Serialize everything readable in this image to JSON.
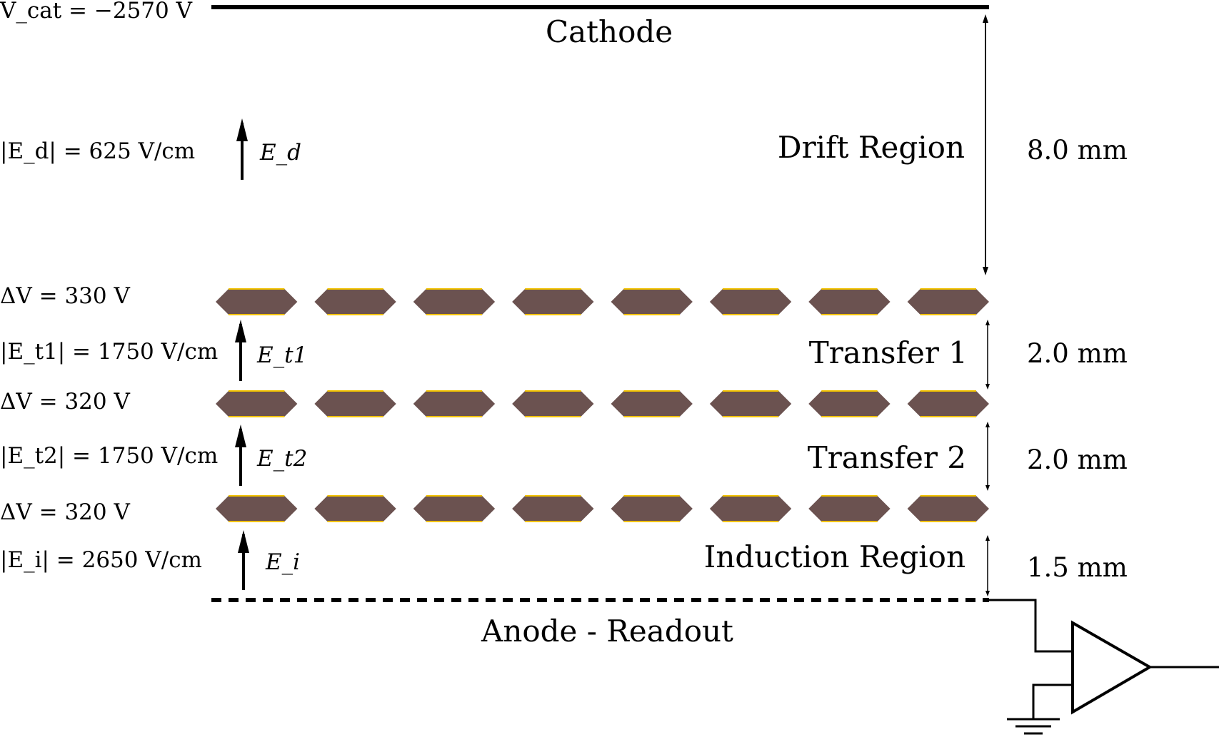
{
  "electrodes": {
    "cathode_label": "Cathode",
    "anode_label": "Anode - Readout"
  },
  "regions": {
    "drift": "Drift Region",
    "transfer1": "Transfer 1",
    "transfer2": "Transfer 2",
    "induction": "Induction Region"
  },
  "dimensions": {
    "drift": "8.0 mm",
    "transfer1": "2.0 mm",
    "transfer2": "2.0 mm",
    "induction": "1.5 mm"
  },
  "potentials": {
    "cathode": "V_cat = −2570 V",
    "gem1": "ΔV = 330 V",
    "gem2": "ΔV = 320 V",
    "gem3": "ΔV = 320 V"
  },
  "fields": {
    "drift_magnitude": "|E_d| = 625 V/cm",
    "drift_symbol": "E_d",
    "transfer1_magnitude": "|E_t1| = 1750 V/cm",
    "transfer1_symbol": "E_t1",
    "transfer2_magnitude": "|E_t2| = 1750 V/cm",
    "transfer2_symbol": "E_t2",
    "induction_magnitude": "|E_i| = 2650 V/cm",
    "induction_symbol": "E_i"
  },
  "colors": {
    "gem_foil": "#6b5250",
    "gem_copper": "#f2c200",
    "line": "#000000"
  },
  "gem_segments_per_foil": 8
}
